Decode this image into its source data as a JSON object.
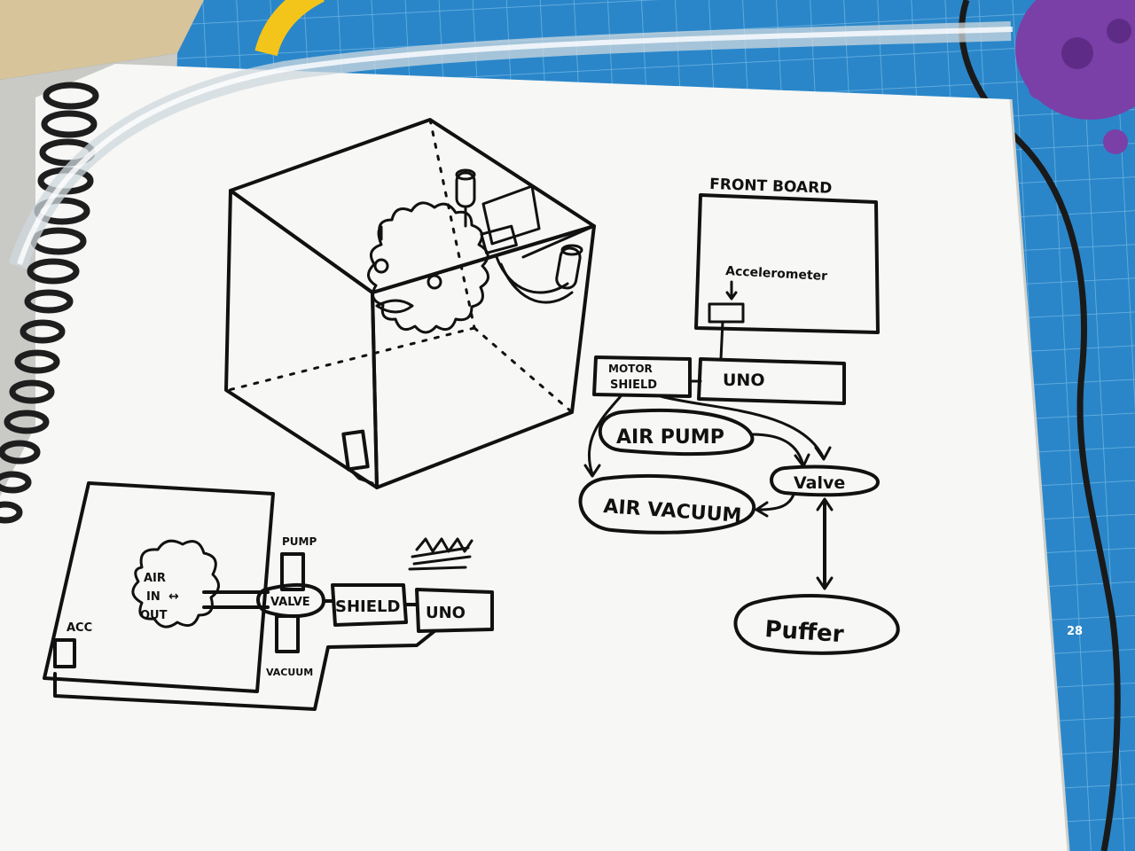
{
  "colors": {
    "cutting_mat": "#2a86c9",
    "mat_grid": "#6fb4e2",
    "paper": "#f7f7f5",
    "ink": "#111111",
    "purple_toy": "#7b3fa8",
    "yellow_tube": "#f3c51a",
    "wood": "#d8c49a"
  },
  "icons": {
    "binding": "spiral-binding-icon",
    "fan": "fluffy-puffer-icon",
    "tube": "clear-tube-icon"
  },
  "labels": {
    "front_board": "FRONT BOARD",
    "accelerometer": "Accelerometer",
    "motor": "MOTOR",
    "shield_top": "SHIELD",
    "uno_top": "UNO",
    "air_pump": "AIR PUMP",
    "air_vacuum": "AIR VACUUM",
    "valve_top": "Valve",
    "puffer": "Puffer",
    "pump": "PUMP",
    "air": "AIR",
    "in": "IN",
    "out": "OUT",
    "acc": "ACC",
    "valve_bottom": "VALVE",
    "shield_bottom": "SHIELD",
    "uno_bottom": "UNO",
    "vacuum": "VACUUM",
    "mat_number": "28"
  }
}
